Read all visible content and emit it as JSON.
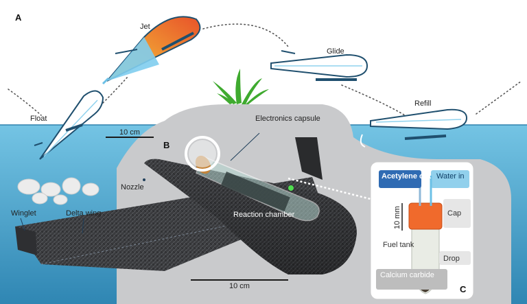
{
  "panels": {
    "a": "A",
    "b": "B",
    "c": "C"
  },
  "modes": {
    "jet": "Jet",
    "glide": "Glide",
    "float": "Float",
    "refill": "Refill"
  },
  "scale_bars": {
    "top": "10 cm",
    "bottom": "10 cm",
    "inset": "10 mm"
  },
  "parts": {
    "electronics_capsule": "Electronics capsule",
    "nozzle": "Nozzle",
    "reaction_chamber": "Reaction chamber",
    "winglet": "Winglet",
    "delta_wing": "Delta wing"
  },
  "fuel_tank": {
    "acetylene_out": "Acetylene out",
    "water_in": "Water in",
    "cap": "Cap",
    "fuel_tank": "Fuel tank",
    "drop": "Drop",
    "calcium_carbide": "Calcium carbide"
  },
  "colors": {
    "water": "#63b8dc",
    "deep_water": "#3f9cc4",
    "gray_panel": "#c9cacc",
    "jet_orange": "#ef8a25",
    "acetylene_box": "#2f6bb3",
    "water_box": "#6cc0e6",
    "cap_orange": "#f06a2c"
  }
}
